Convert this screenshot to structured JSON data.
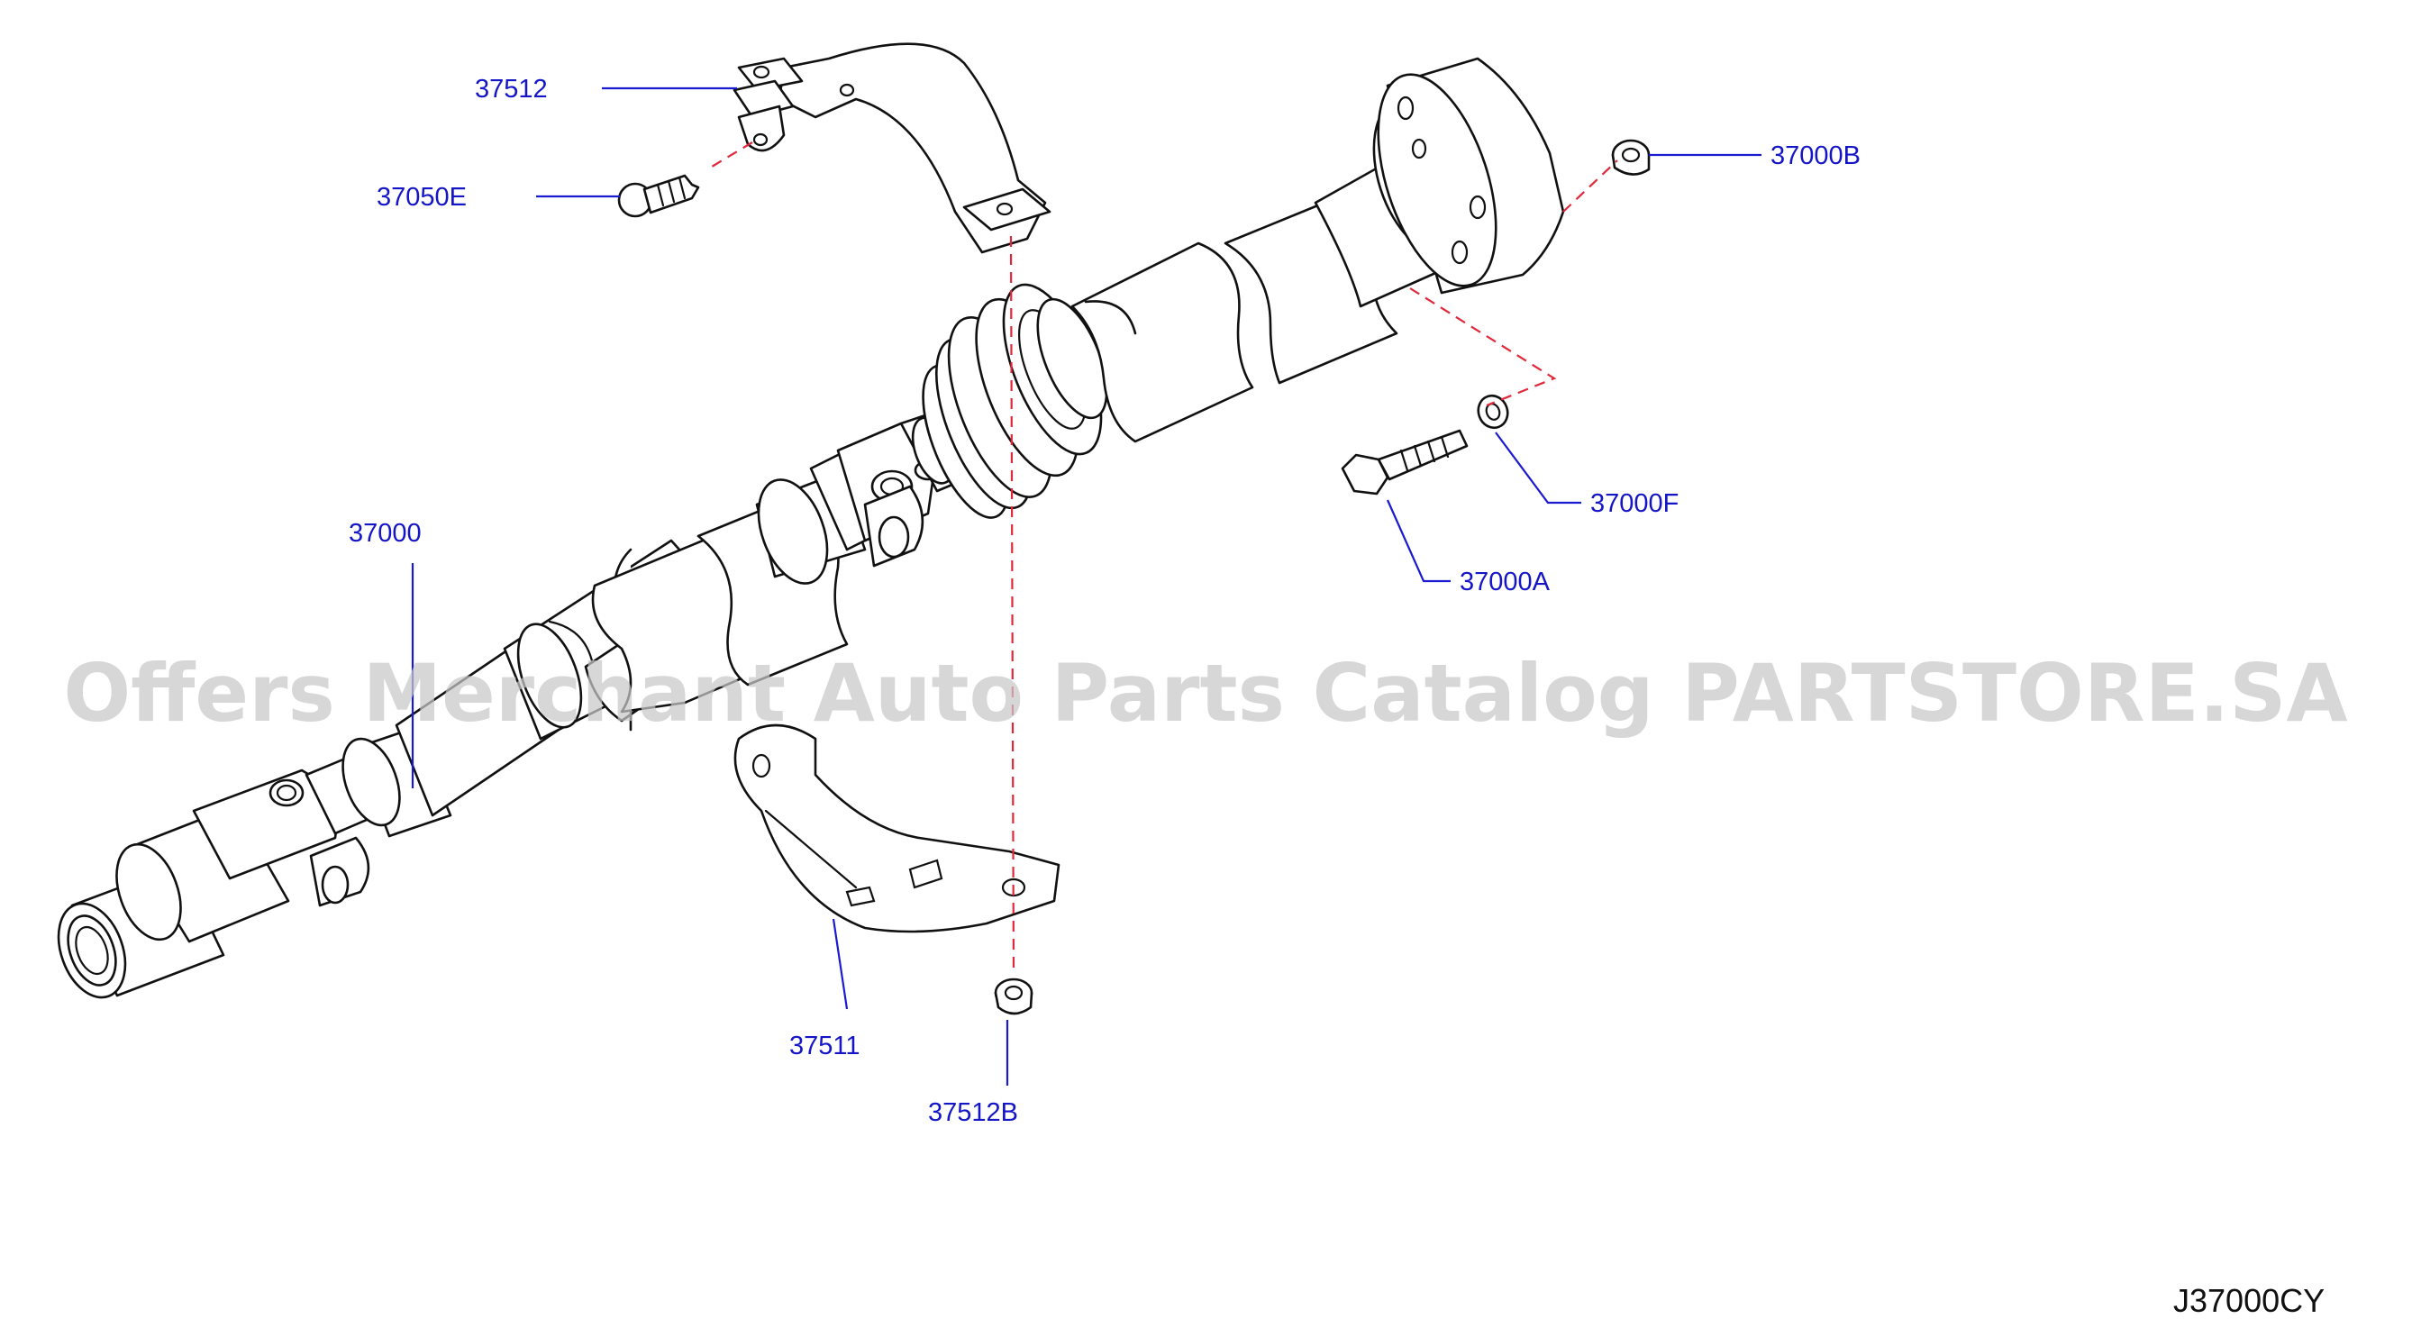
{
  "callouts": {
    "c37512": "37512",
    "c37050E": "37050E",
    "c37000B": "37000B",
    "c37000F": "37000F",
    "c37000A": "37000A",
    "c37000": "37000",
    "c37511": "37511",
    "c37512B": "37512B"
  },
  "diagram_code": "J37000CY",
  "watermark": "Offers Merchant Auto Parts Catalog PARTSTORE.SA",
  "colors": {
    "callout_text": "#1515c8",
    "leader_line": "#1a1ad0",
    "alignment_dashes": "#e0283a",
    "line_art": "#111111"
  }
}
